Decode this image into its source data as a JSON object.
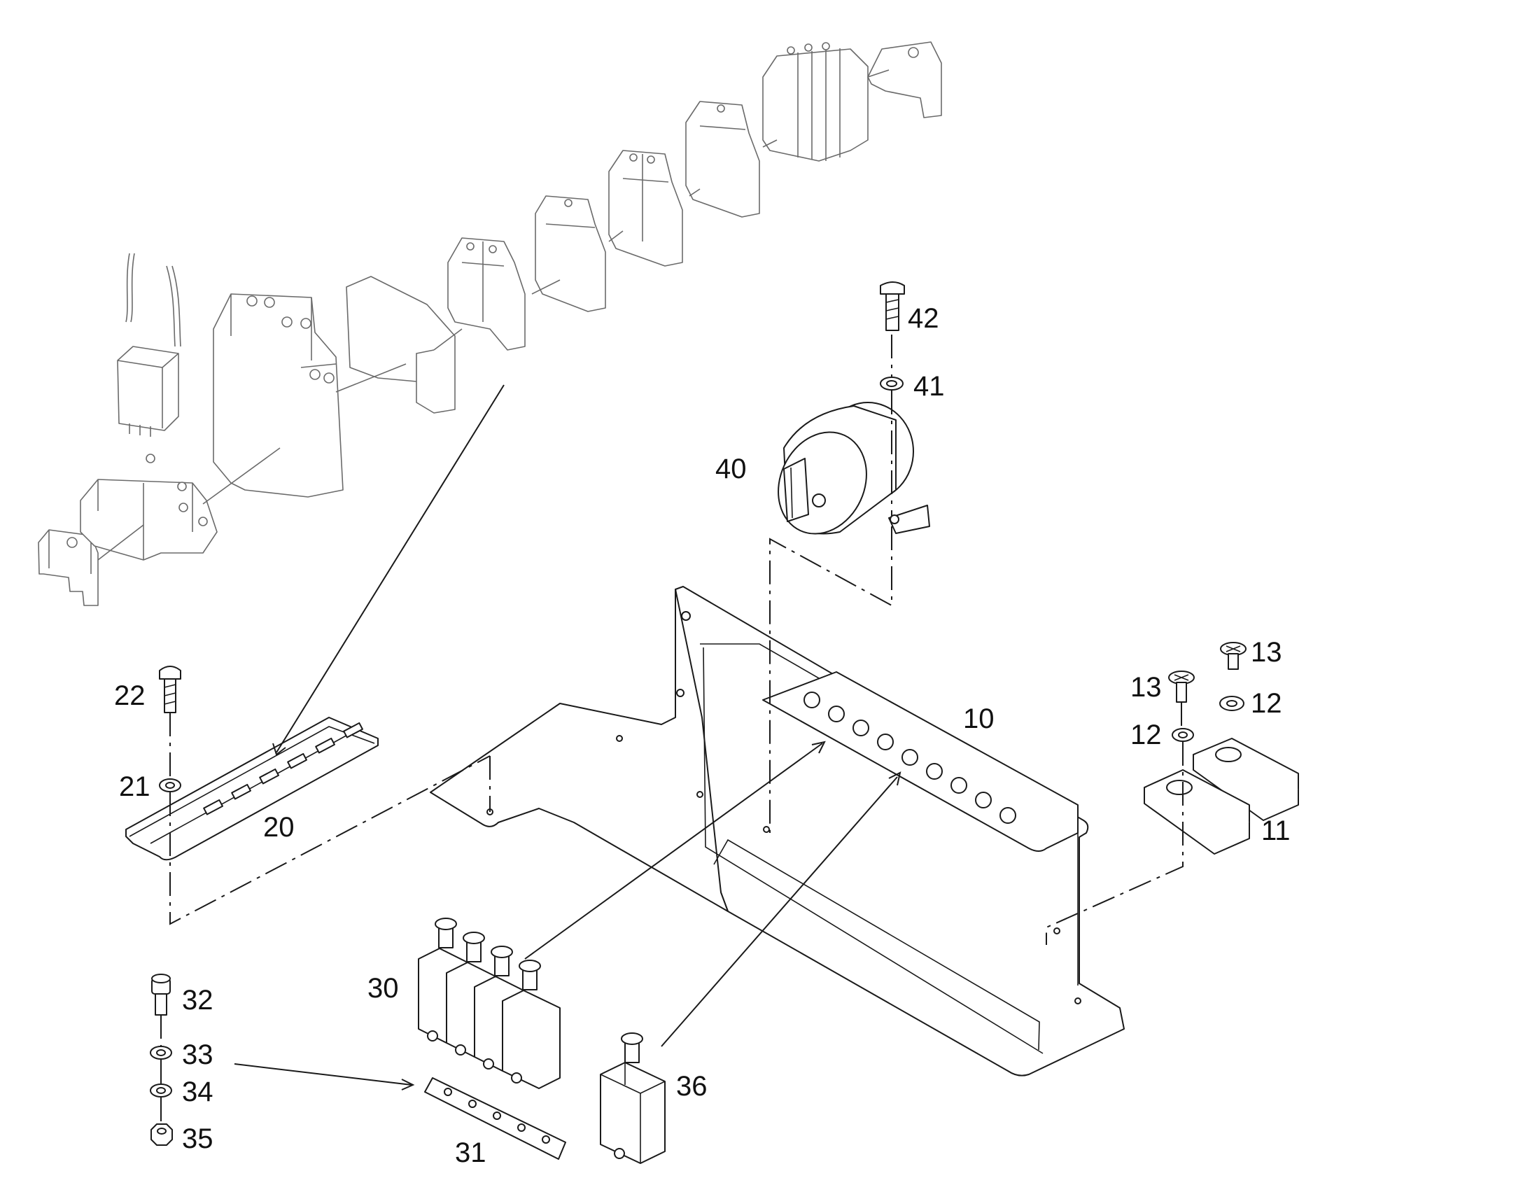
{
  "callouts": {
    "c10": "10",
    "c11": "11",
    "c12a": "12",
    "c12b": "12",
    "c13a": "13",
    "c13b": "13",
    "c20": "20",
    "c21": "21",
    "c22": "22",
    "c30": "30",
    "c31": "31",
    "c32": "32",
    "c33": "33",
    "c34": "34",
    "c35": "35",
    "c36": "36",
    "c40": "40",
    "c41": "41",
    "c42": "42"
  },
  "colors": {
    "line": "#1a1a1a",
    "ghost_line": "#6a6a6a",
    "background": "#ffffff"
  }
}
